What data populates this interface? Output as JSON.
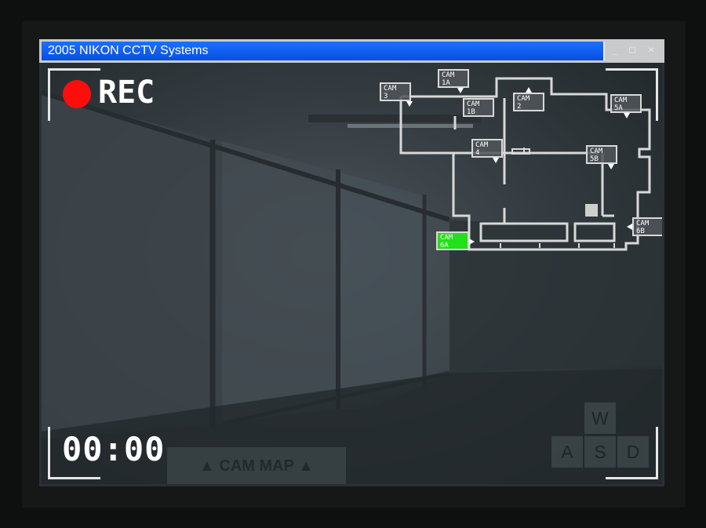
{
  "window": {
    "title": "2005 NIKON CCTV Systems",
    "minimize_glyph": "_",
    "maximize_glyph": "□",
    "close_glyph": "✕"
  },
  "hud": {
    "rec_label": "REC",
    "timer": "00:00",
    "cam_map_label": "CAM MAP",
    "selected_camera": "CAM 6A"
  },
  "keys": {
    "w": "W",
    "a": "A",
    "s": "S",
    "d": "D"
  },
  "cameras": [
    {
      "id": "cam3",
      "line1": "CAM",
      "line2": "3"
    },
    {
      "id": "cam1a",
      "line1": "CAM",
      "line2": "1A"
    },
    {
      "id": "cam1b",
      "line1": "CAM",
      "line2": "1B"
    },
    {
      "id": "cam2",
      "line1": "CAM",
      "line2": "2"
    },
    {
      "id": "cam5a",
      "line1": "CAM",
      "line2": "5A"
    },
    {
      "id": "cam4",
      "line1": "CAM",
      "line2": "4"
    },
    {
      "id": "cam5b",
      "line1": "CAM",
      "line2": "5B"
    },
    {
      "id": "cam6b",
      "line1": "CAM",
      "line2": "6B"
    },
    {
      "id": "cam6a",
      "line1": "CAM",
      "line2": "6A"
    }
  ],
  "colors": {
    "rec_dot": "#ff0d0d",
    "selected_cam": "#22e01a",
    "titlebar": "#1a6cf5",
    "map_lines": "#d8d8d8"
  }
}
